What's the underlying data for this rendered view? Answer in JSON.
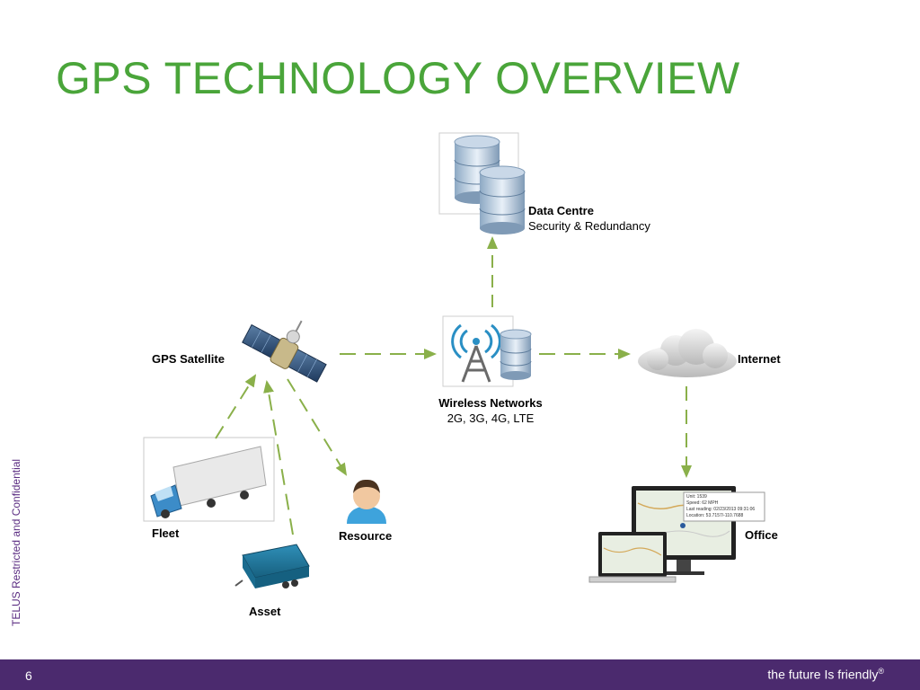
{
  "slide": {
    "title": "GPS TECHNOLOGY OVERVIEW",
    "side_note": "TELUS Restricted and Confidential",
    "page_number": "6",
    "tagline": "the future Is friendly",
    "tagline_mark": "®"
  },
  "nodes": {
    "data_centre": {
      "title": "Data Centre",
      "subtitle": "Security & Redundancy"
    },
    "gps_satellite": {
      "title": "GPS Satellite"
    },
    "wireless_networks": {
      "title": "Wireless Networks",
      "subtitle": "2G, 3G, 4G, LTE"
    },
    "internet": {
      "title": "Internet"
    },
    "fleet": {
      "title": "Fleet"
    },
    "resource": {
      "title": "Resource"
    },
    "asset": {
      "title": "Asset"
    },
    "office": {
      "title": "Office"
    }
  },
  "office_popup": {
    "lines": [
      "Unit: 1539",
      "Speed: 62 MPH",
      "Last reading: 02/23/2013  09:31:06",
      "Location: 53.7157/-110.7688"
    ]
  },
  "colors": {
    "title_green": "#4aa53a",
    "arrow_green": "#8ab04a",
    "footer_purple": "#4b2a6e",
    "side_purple": "#5b2d82"
  }
}
